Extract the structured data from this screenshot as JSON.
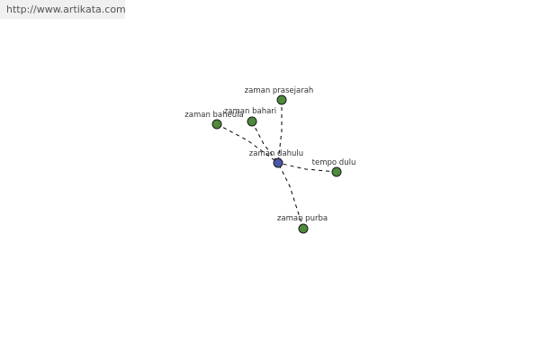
{
  "source": {
    "url_text": "http://www.artikata.com"
  },
  "graph": {
    "center": {
      "id": "center",
      "label": "zaman dahulu",
      "color": "#4a57a8"
    },
    "related_color": "#4f8a3c",
    "nodes": [
      {
        "id": "n1",
        "label": "zaman prasejarah"
      },
      {
        "id": "n2",
        "label": "zaman bahari"
      },
      {
        "id": "n3",
        "label": "zaman baheula"
      },
      {
        "id": "n4",
        "label": "tempo dulu"
      },
      {
        "id": "n5",
        "label": "zaman purba"
      }
    ],
    "edges": [
      {
        "from": "n1",
        "to": "center"
      },
      {
        "from": "n2",
        "to": "center"
      },
      {
        "from": "n3",
        "to": "center"
      },
      {
        "from": "n4",
        "to": "center"
      },
      {
        "from": "n5",
        "to": "center"
      }
    ]
  }
}
